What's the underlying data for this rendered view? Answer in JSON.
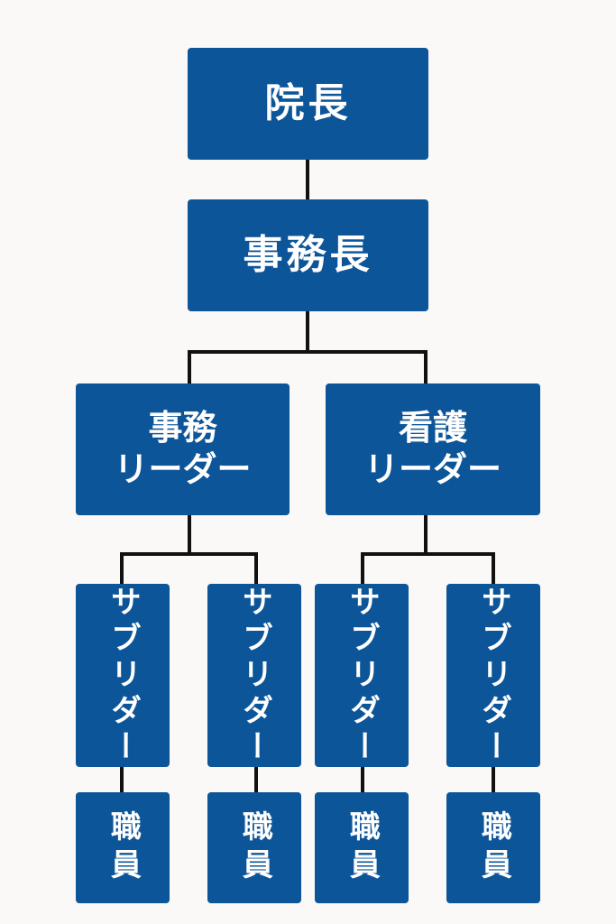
{
  "org_chart": {
    "director": "院長",
    "office_manager": "事務長",
    "office_leader": [
      "事務",
      "リーダー"
    ],
    "nursing_leader": [
      "看護",
      "リーダー"
    ],
    "sub_leaders": [
      "サブリダー",
      "サブリダー",
      "サブリダー",
      "サブリダー"
    ],
    "staff": [
      "職員",
      "職員",
      "職員",
      "職員"
    ]
  },
  "colors": {
    "node_fill": "#0d5599",
    "node_text": "#ffffff",
    "connector": "#111111",
    "background": "#faf9f7"
  }
}
